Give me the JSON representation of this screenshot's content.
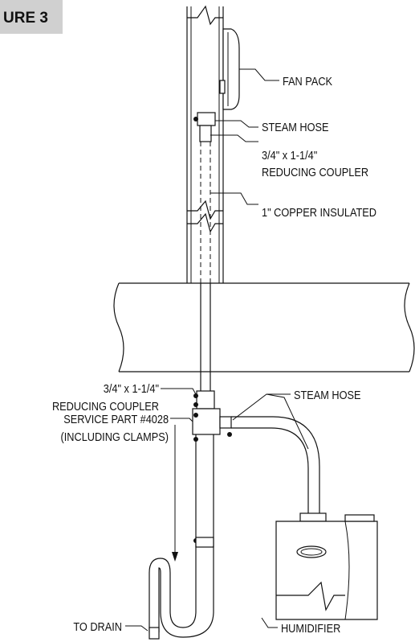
{
  "figure_tag": "URE 3",
  "labels": {
    "fan_pack": "FAN PACK",
    "steam_hose_top": "STEAM HOSE",
    "reducing_coupler_top_1": "3/4\" x 1-1/4\"",
    "reducing_coupler_top_2": "REDUCING COUPLER",
    "copper_insulated": "1\" COPPER INSULATED",
    "reducing_coupler_left_1": "3/4\" x 1-1/4\"",
    "reducing_coupler_left_2": "REDUCING COUPLER",
    "steam_hose_right": "STEAM HOSE",
    "service_part_1": "SERVICE PART #4028",
    "service_part_2": "(INCLUDING CLAMPS)",
    "humidifier": "HUMIDIFIER",
    "to_drain": "TO DRAIN"
  },
  "colors": {
    "line": "#111111",
    "tag_bg": "#d0d0d0",
    "background": "#ffffff"
  }
}
